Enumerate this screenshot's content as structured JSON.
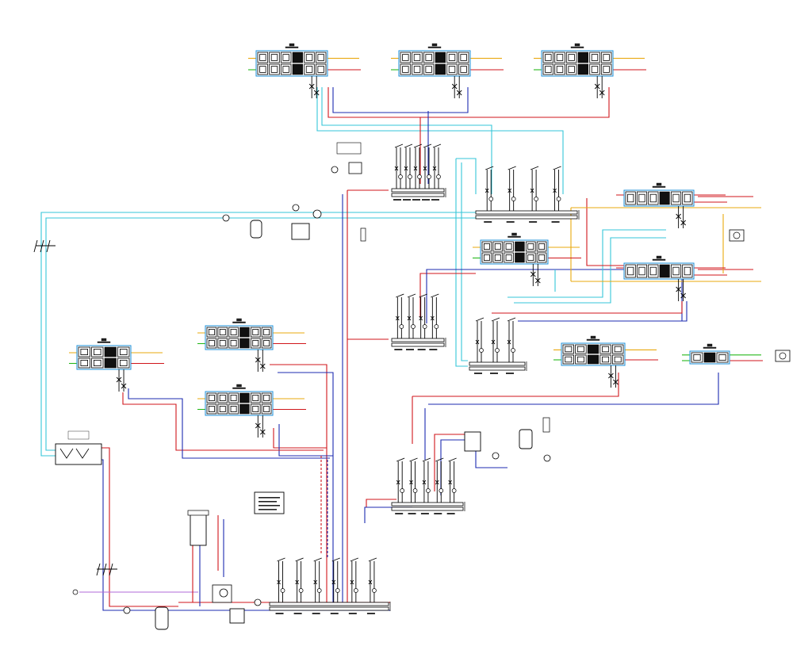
{
  "diagram": {
    "type": "hvac-piping-schematic",
    "colors": {
      "supply_hot": "#d0161b",
      "return_hot": "#1c2bb0",
      "chilled": "#35c6d8",
      "preheat": "#e9a80e",
      "cooling_coil": "#26b81c",
      "makeup_water": "#b06ad8",
      "unit_frame": "#1a8fd8"
    },
    "air_handling_units": [
      {
        "id": "ahu-top-left"
      },
      {
        "id": "ahu-top-center"
      },
      {
        "id": "ahu-top-right"
      },
      {
        "id": "ahu-mid-upper"
      },
      {
        "id": "ahu-mid-lower"
      },
      {
        "id": "ahu-left"
      },
      {
        "id": "ahu-center-right"
      },
      {
        "id": "ahu-right-upper"
      },
      {
        "id": "ahu-right-lower"
      },
      {
        "id": "ahu-lower-right"
      }
    ],
    "manifolds": [
      {
        "id": "manifold-top"
      },
      {
        "id": "manifold-cold"
      },
      {
        "id": "manifold-middle"
      },
      {
        "id": "manifold-right-cold"
      },
      {
        "id": "manifold-lower"
      },
      {
        "id": "manifold-bottom"
      }
    ],
    "legend_note_lines": 4,
    "pipe_breaks": 2
  }
}
